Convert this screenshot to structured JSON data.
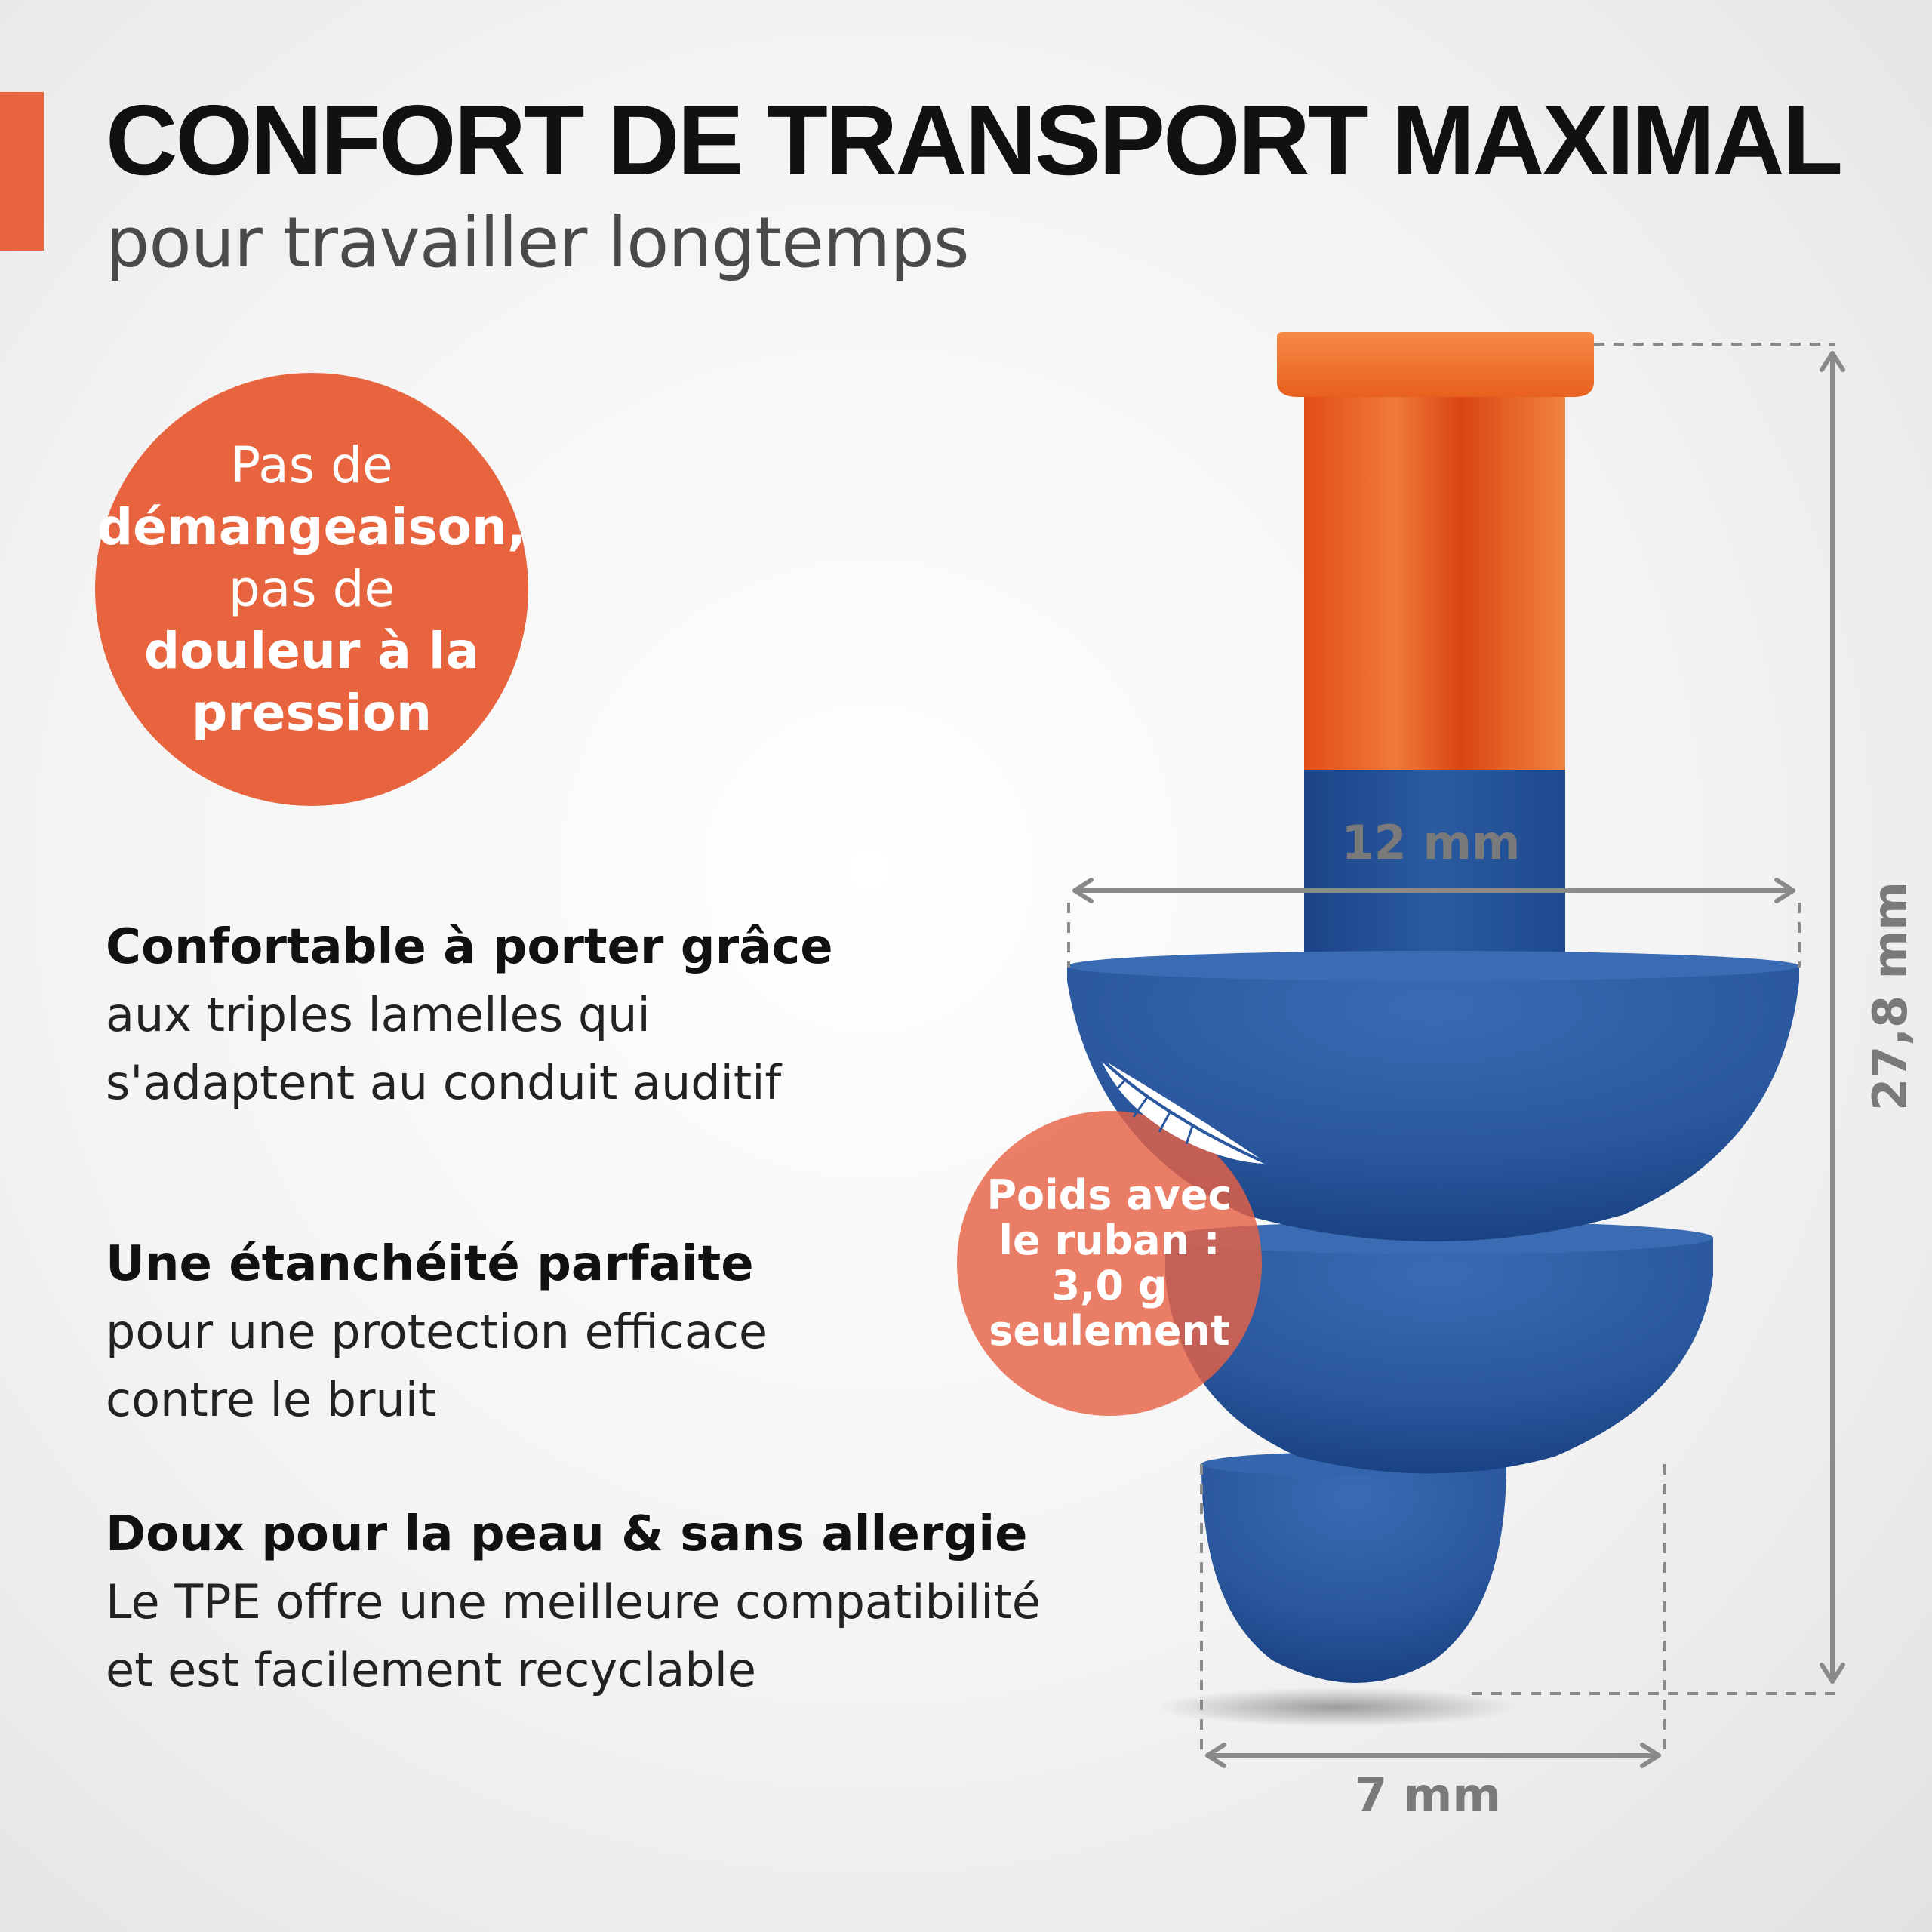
{
  "header": {
    "title": "CONFORT DE TRANSPORT MAXIMAL",
    "subtitle": "pour travailler longtemps"
  },
  "badge": {
    "line1": "Pas de",
    "line2": "démangeaison,",
    "line3": "pas de",
    "line4": "douleur à la",
    "line5": "pression"
  },
  "features": [
    {
      "heading": "Confortable à porter grâce",
      "line1": "aux triples lamelles qui",
      "line2": "s'adaptent au conduit auditif"
    },
    {
      "heading": "Une étanchéité parfaite",
      "line1": "pour une protection efficace",
      "line2": "contre le bruit"
    },
    {
      "heading": "Doux pour la peau & sans allergie",
      "line1": "Le TPE offre une meilleure compatibilité",
      "line2": "et est facilement recyclable"
    }
  ],
  "dimensions": {
    "stem_width": "12 mm",
    "height": "27,8 mm",
    "tip_width": "7 mm"
  },
  "weight": {
    "line1": "Poids avec",
    "line2": "le ruban :",
    "line3": "3,0 g",
    "line4": "seulement"
  },
  "colors": {
    "accent": "#e8643f",
    "product_orange": "#e8591f",
    "product_blue": "#2a5aa0"
  }
}
